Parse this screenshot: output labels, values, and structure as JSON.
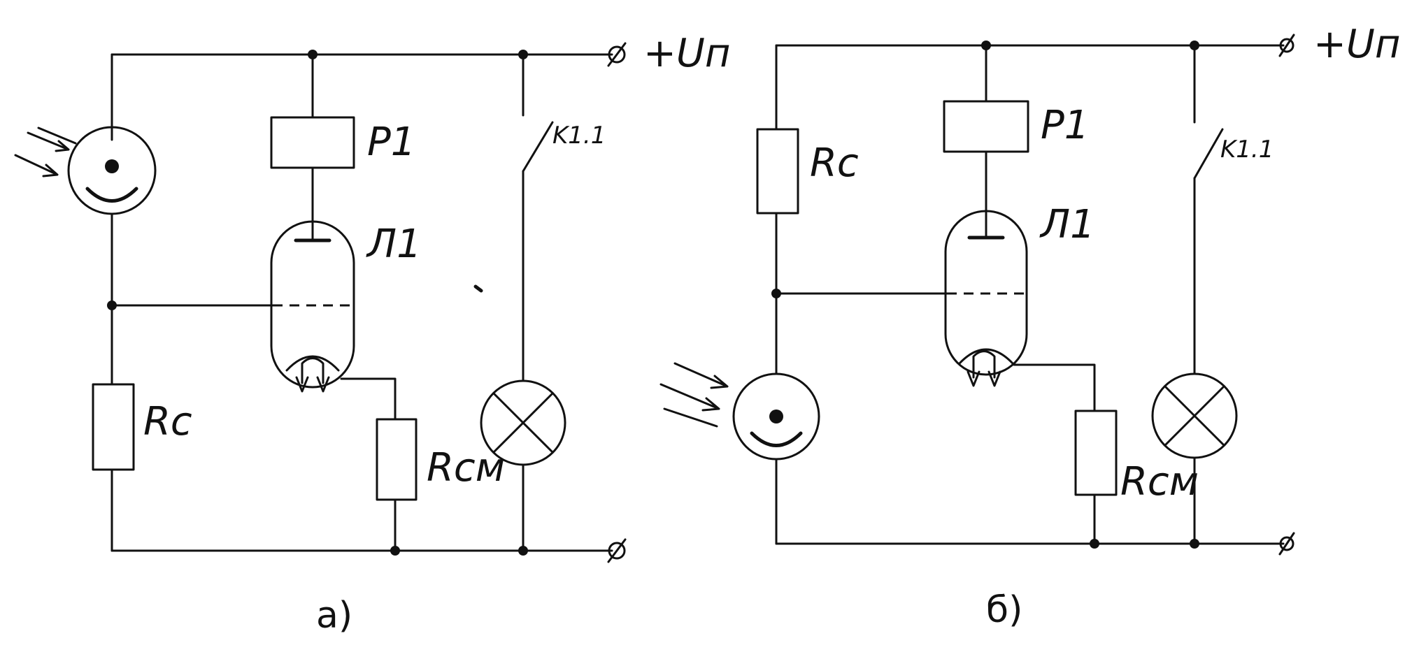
{
  "diagrams": [
    {
      "caption": "а)",
      "labels": {
        "supply": "+Uп",
        "relay": "P1",
        "tube": "Л1",
        "resistor_c": "Rc",
        "resistor_cm": "Rсм",
        "switch": "K1.1"
      }
    },
    {
      "caption": "б)",
      "labels": {
        "supply": "+Uп",
        "relay": "P1",
        "tube": "Л1",
        "resistor_c": "Rc",
        "resistor_cm": "Rсм",
        "switch": "K1.1"
      }
    }
  ],
  "icons": [
    "photocell-icon",
    "vacuum-tube-icon",
    "lamp-icon",
    "relay-coil-icon",
    "resistor-icon",
    "switch-icon",
    "terminal-icon",
    "light-arrows-icon"
  ]
}
